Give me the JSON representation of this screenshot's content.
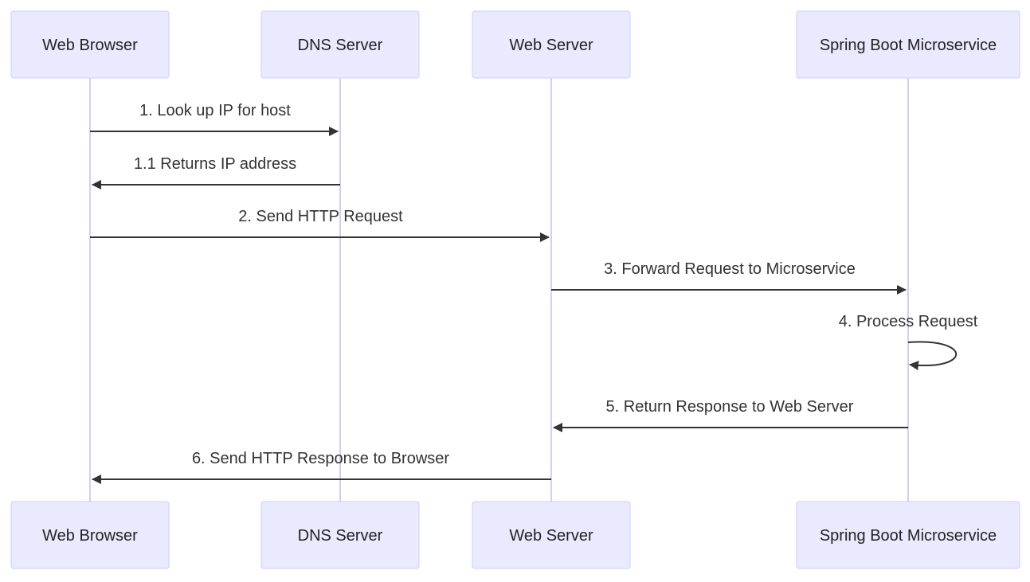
{
  "diagram": {
    "type": "sequence",
    "participants": [
      {
        "id": "browser",
        "label": "Web Browser"
      },
      {
        "id": "dns",
        "label": "DNS Server"
      },
      {
        "id": "web",
        "label": "Web Server"
      },
      {
        "id": "svc",
        "label": "Spring Boot Microservice"
      }
    ],
    "messages": [
      {
        "from": "browser",
        "to": "dns",
        "label": "1. Look up IP for host"
      },
      {
        "from": "dns",
        "to": "browser",
        "label": "1.1 Returns IP address"
      },
      {
        "from": "browser",
        "to": "web",
        "label": "2. Send HTTP Request"
      },
      {
        "from": "web",
        "to": "svc",
        "label": "3. Forward Request to Microservice"
      },
      {
        "from": "svc",
        "to": "svc",
        "label": "4. Process Request"
      },
      {
        "from": "svc",
        "to": "web",
        "label": "5. Return Response to Web Server"
      },
      {
        "from": "web",
        "to": "browser",
        "label": "6. Send HTTP Response to Browser"
      }
    ],
    "colors": {
      "actor_fill": "#eaeaff",
      "actor_border": "#ccccff",
      "lifeline": "#d8ccf2",
      "arrow": "#333333",
      "text": "#222222"
    }
  }
}
